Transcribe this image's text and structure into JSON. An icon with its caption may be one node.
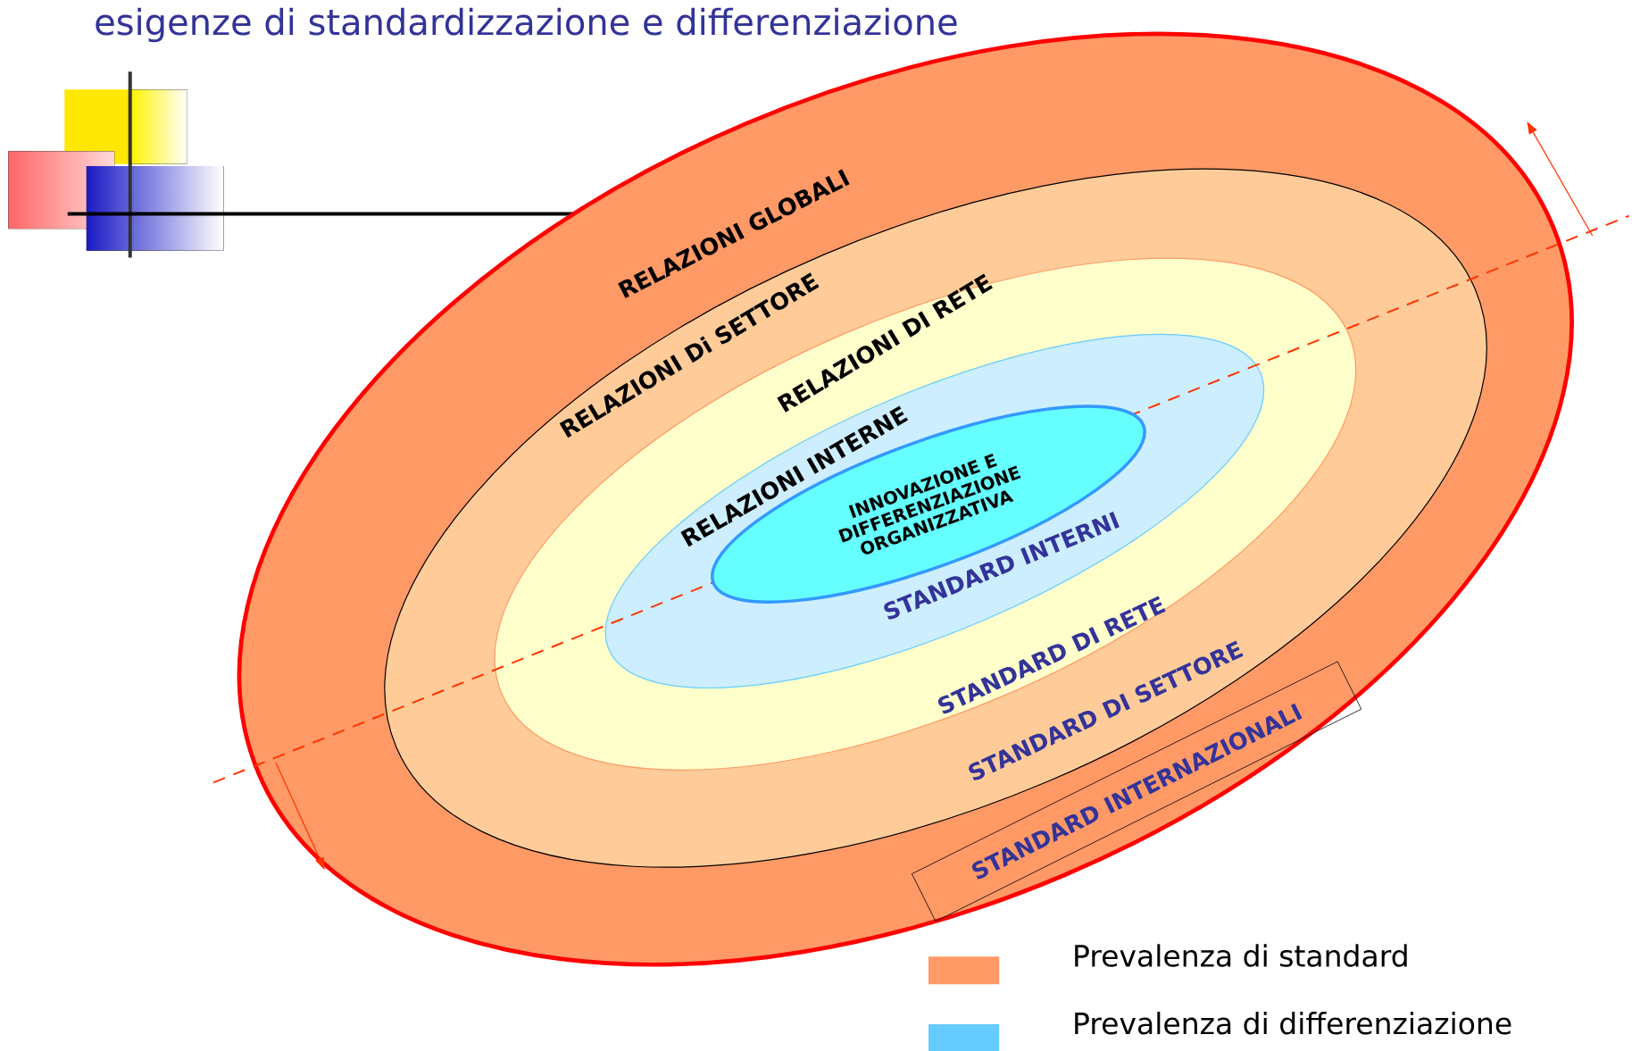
{
  "diagram": {
    "title": "esigenze di standardizzazione e differenziazione",
    "nodes": [
      {
        "text": [
          "RELAZIONI GLOBALI"
        ]
      },
      {
        "text": [
          "STANDARD INTERNAZIONALI"
        ],
        "in": 0
      },
      {
        "text": [
          "RELAZIONI Di SETTORE",
          "STANDARD DI SETTORE"
        ],
        "in": 0
      },
      {
        "text": [
          "RELAZIONI DI RETE",
          "STANDARD DI RETE"
        ],
        "in": 2
      },
      {
        "text": [
          "RELAZIONI INTERNE",
          "STANDARD INTERNI"
        ],
        "in": 3
      },
      {
        "text": [
          "INNOVAZIONE E DIFFERENZIAZIONE ORGANIZZATIVA"
        ],
        "in": 4
      }
    ],
    "edges": [],
    "legend": [
      {
        "text": "Prevalenza di standard",
        "color": "#ff9966"
      },
      {
        "text": "Prevalenza di differenziazione",
        "color": "#66ccff"
      }
    ]
  }
}
